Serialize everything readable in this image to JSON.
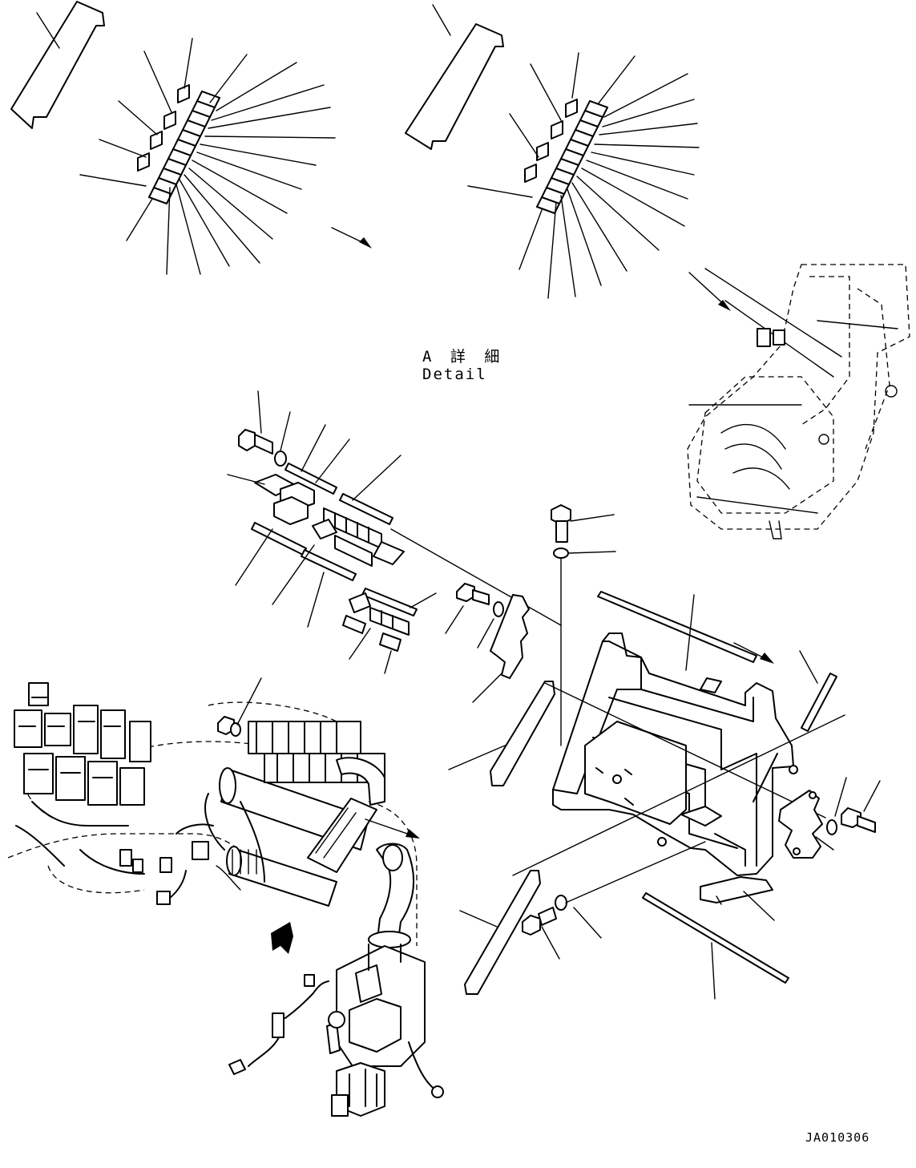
{
  "detail_view": {
    "label_jp": "A 詳 細",
    "label_en": "Detail"
  },
  "drawing_code": "JA010306"
}
